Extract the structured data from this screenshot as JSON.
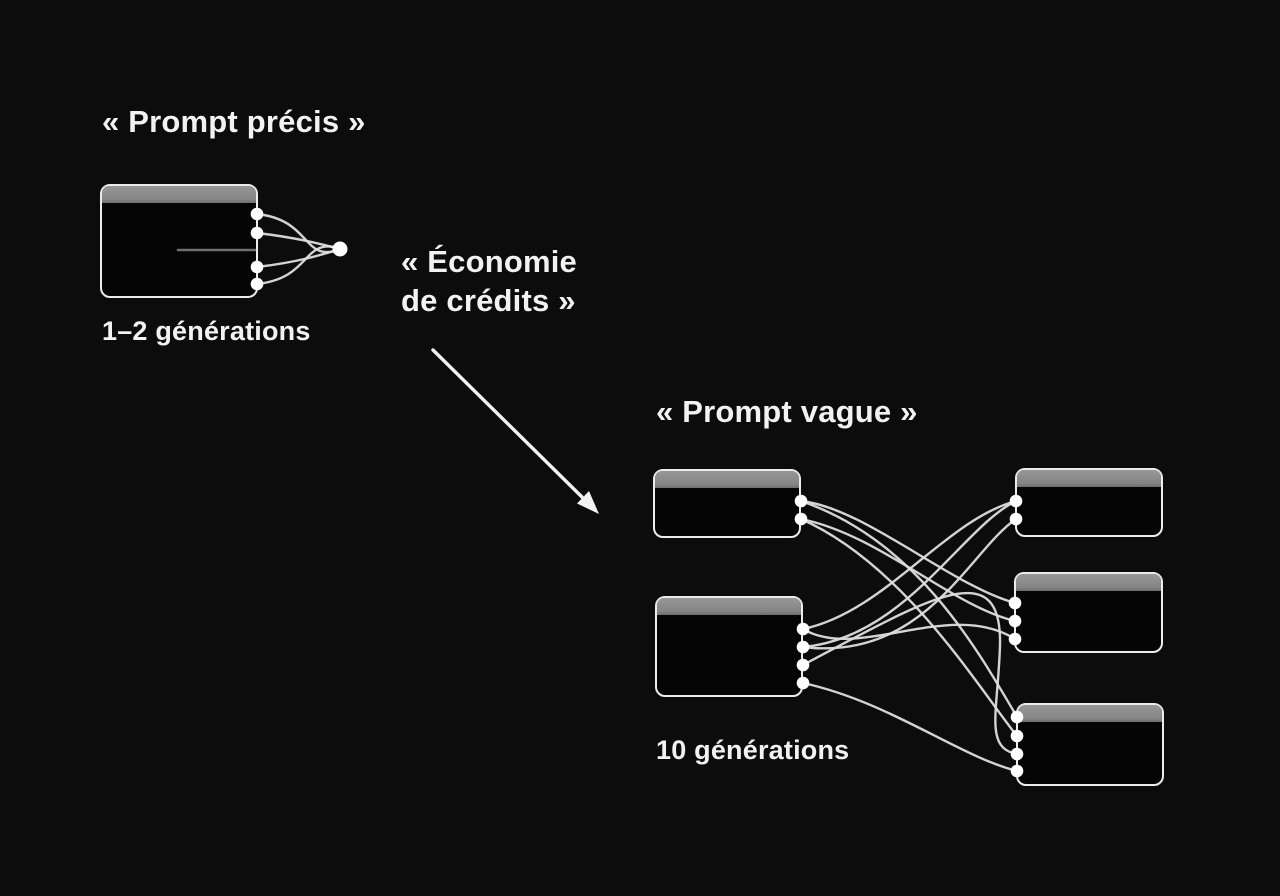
{
  "page": {
    "background_color": "#0c0c0c",
    "text_color": "#f2f2f2"
  },
  "colors": {
    "node_border": "#ececec",
    "node_fill": "#050505",
    "node_header_gray": "#8a8a8a",
    "wire": "#dedede",
    "inner_prompt_line": "#6f6f6f"
  },
  "precise_cluster": {
    "title": "« Prompt précis »",
    "caption": "1–2 générations",
    "input_nodes": 1,
    "output_points": 1,
    "ports": 4
  },
  "economy_label": {
    "line1": "« Économie",
    "line2": "de crédits »"
  },
  "vague_cluster": {
    "title": "« Prompt vague »",
    "caption": "10 générations",
    "input_nodes": 2,
    "output_nodes": 3,
    "wires": 10
  },
  "icons": {
    "economy_arrow": "arrow-down-right"
  }
}
